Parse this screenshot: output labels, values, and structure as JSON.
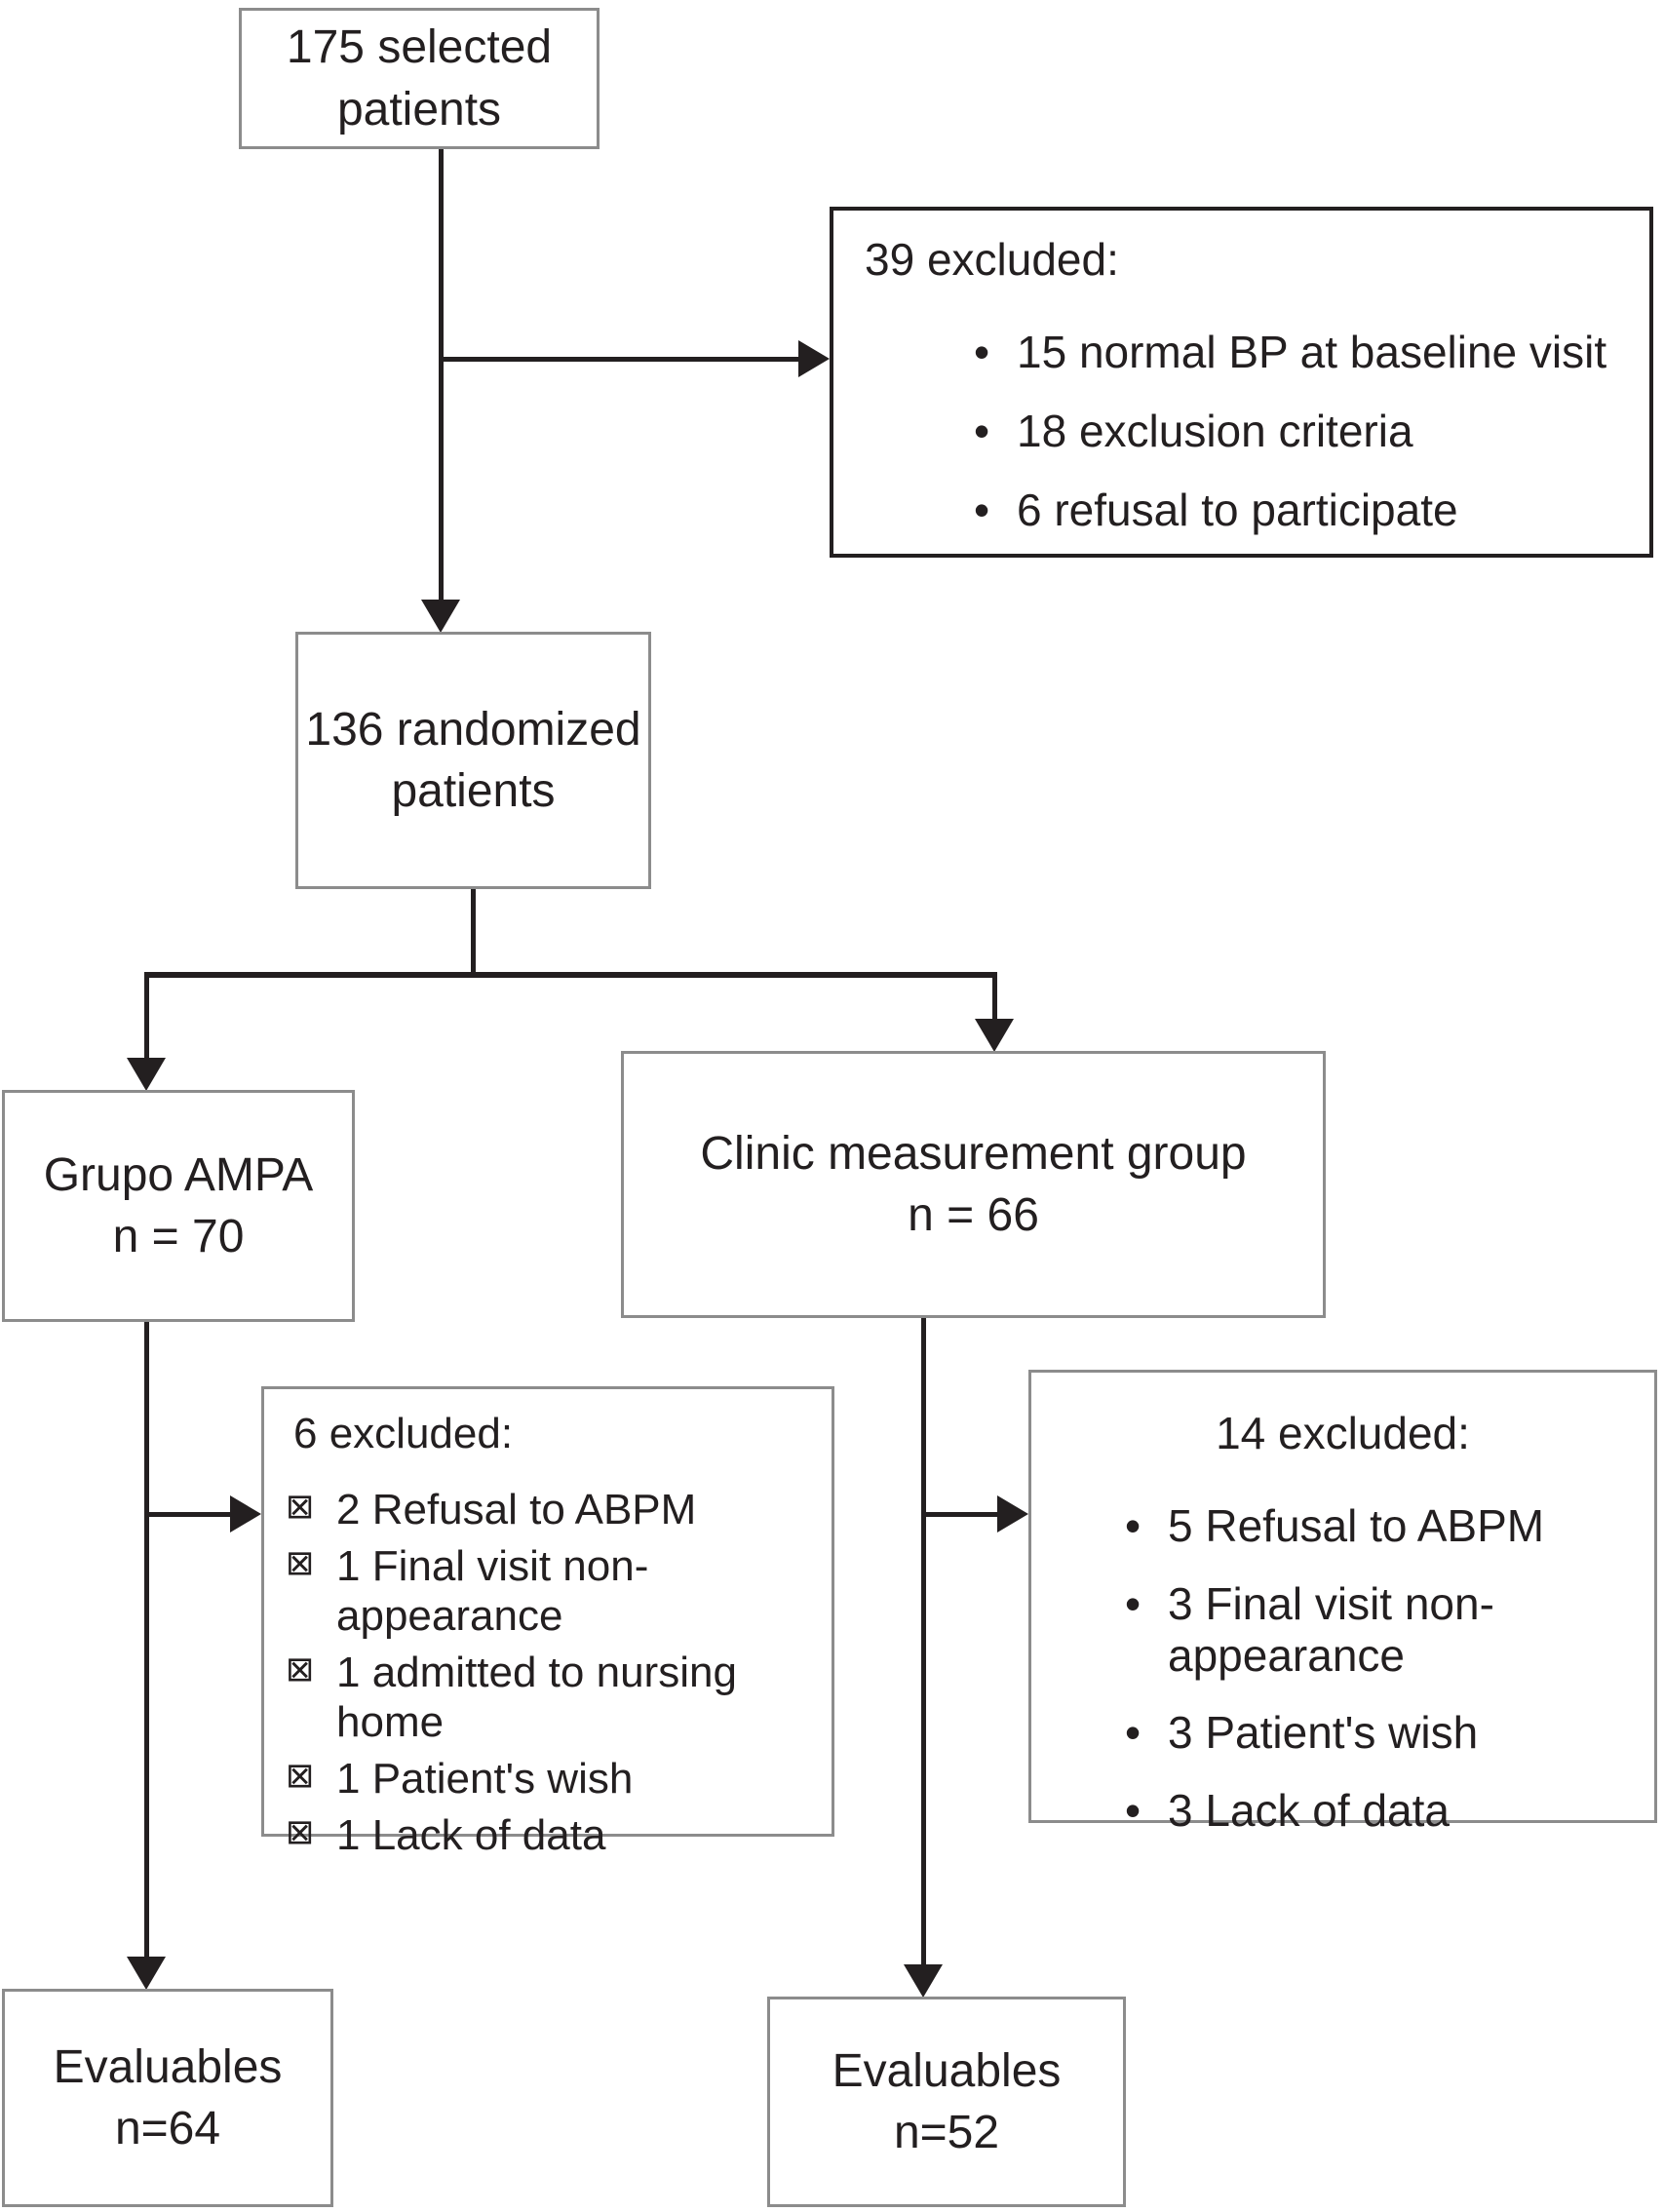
{
  "diagram": {
    "boxes": {
      "selected": {
        "line1": "175 selected",
        "line2": "patients"
      },
      "excluded39": {
        "title": "39 excluded:",
        "bullet": "•",
        "items": [
          "15 normal BP at baseline visit",
          "18 exclusion criteria",
          "6 refusal to participate"
        ]
      },
      "randomized": {
        "line1": "136 randomized",
        "line2": "patients"
      },
      "ampa": {
        "line1": "Grupo AMPA",
        "line2": "n = 70"
      },
      "clinic": {
        "line1": "Clinic measurement group",
        "line2": "n = 66"
      },
      "excluded6": {
        "title": "6 excluded:",
        "bullet": "⊠",
        "items": [
          "2 Refusal to ABPM",
          "1 Final visit non-appearance",
          "1 admitted to nursing home",
          "1 Patient's wish",
          "1 Lack of data"
        ]
      },
      "excluded14": {
        "title": "14 excluded:",
        "bullet": "•",
        "items": [
          "5 Refusal to ABPM",
          "3 Final visit non-appearance",
          "3 Patient's wish",
          "3 Lack of data"
        ]
      },
      "evalAmpa": {
        "line1": "Evaluables",
        "line2": "n=64"
      },
      "evalClinic": {
        "line1": "Evaluables",
        "line2": "n=52"
      }
    },
    "colors": {
      "background": "#ffffff",
      "text": "#231f20",
      "box_border": "#8c8c8c",
      "excluded39_border": "#231f20",
      "connector": "#231f20"
    }
  }
}
